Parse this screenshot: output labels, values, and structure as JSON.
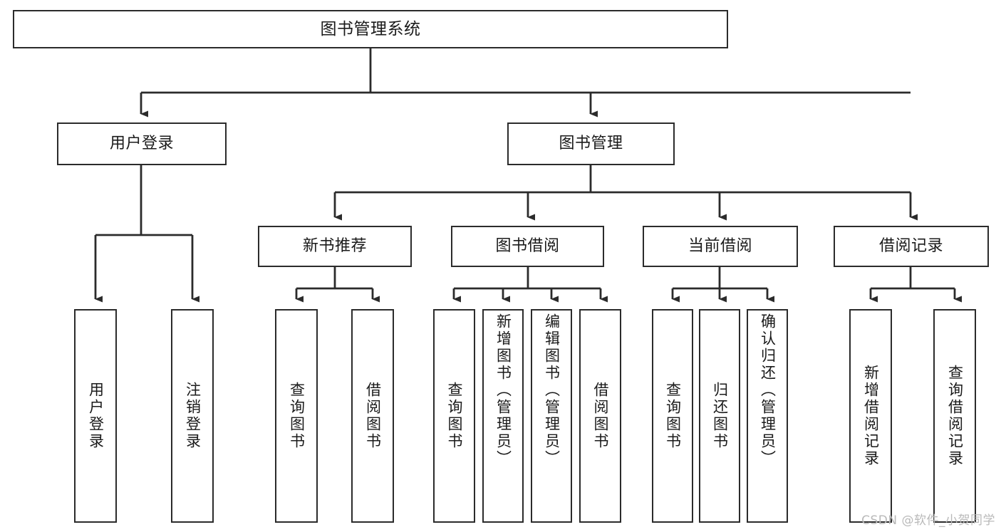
{
  "diagram": {
    "type": "tree-hierarchy-diagram",
    "title": "图书管理系统",
    "watermark": "CSDN @软件_小贺同学",
    "colors": {
      "stroke": "#2b2b2b",
      "fill": "#ffffff",
      "text": "#1a1a1a",
      "watermark": "#b9b9b9"
    },
    "levels": {
      "root": {
        "label": "图书管理系统"
      },
      "level2": [
        {
          "label": "用户登录"
        },
        {
          "label": "图书管理"
        }
      ],
      "level3": [
        {
          "label": "新书推荐"
        },
        {
          "label": "图书借阅"
        },
        {
          "label": "当前借阅"
        },
        {
          "label": "借阅记录"
        }
      ],
      "leaves": {
        "user_login": [
          {
            "label": "用户登录"
          },
          {
            "label": "注销登录"
          }
        ],
        "new_book_recommend": [
          {
            "label": "查询图书"
          },
          {
            "label": "借阅图书"
          }
        ],
        "book_borrow": [
          {
            "label": "查询图书"
          },
          {
            "label": "新增图书（管理员）"
          },
          {
            "label": "编辑图书（管理员）"
          },
          {
            "label": "借阅图书"
          }
        ],
        "current_borrow": [
          {
            "label": "查询图书"
          },
          {
            "label": "归还图书"
          },
          {
            "label": "确认归还（管理员）"
          }
        ],
        "borrow_record": [
          {
            "label": "新增借阅记录"
          },
          {
            "label": "查询借阅记录"
          }
        ]
      }
    }
  }
}
